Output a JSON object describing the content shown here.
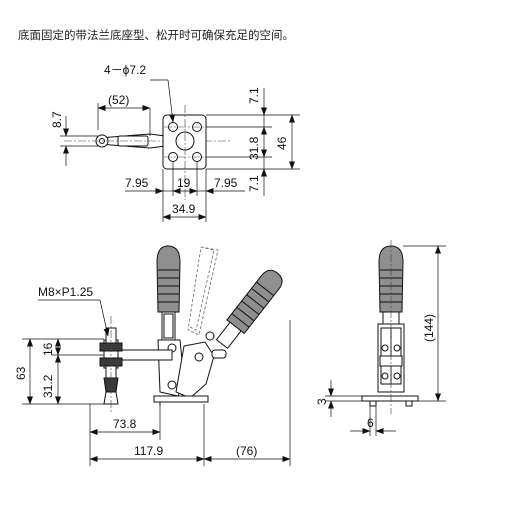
{
  "caption": "底面固定的带法兰底座型、松开时可确保充足的空间。",
  "top_view": {
    "hole_spec": "4－ϕ7.2",
    "dim_52": "(52)",
    "dim_8_7": "8.7",
    "dim_7_1_top": "7.1",
    "dim_7_1_bottom": "7.1",
    "dim_31_8": "31.8",
    "dim_46": "46",
    "dim_7_95_left": "7.95",
    "dim_19": "19",
    "dim_7_95_right": "7.95",
    "dim_34_9": "34.9"
  },
  "front_view": {
    "thread_spec": "M8×P1.25",
    "dim_63": "63",
    "dim_16": "16",
    "dim_31_2": "31.2",
    "dim_73_8": "73.8",
    "dim_117_9": "117.9",
    "dim_76": "(76)"
  },
  "side_view": {
    "dim_144": "(144)",
    "dim_3": "3",
    "dim_6": "6"
  }
}
